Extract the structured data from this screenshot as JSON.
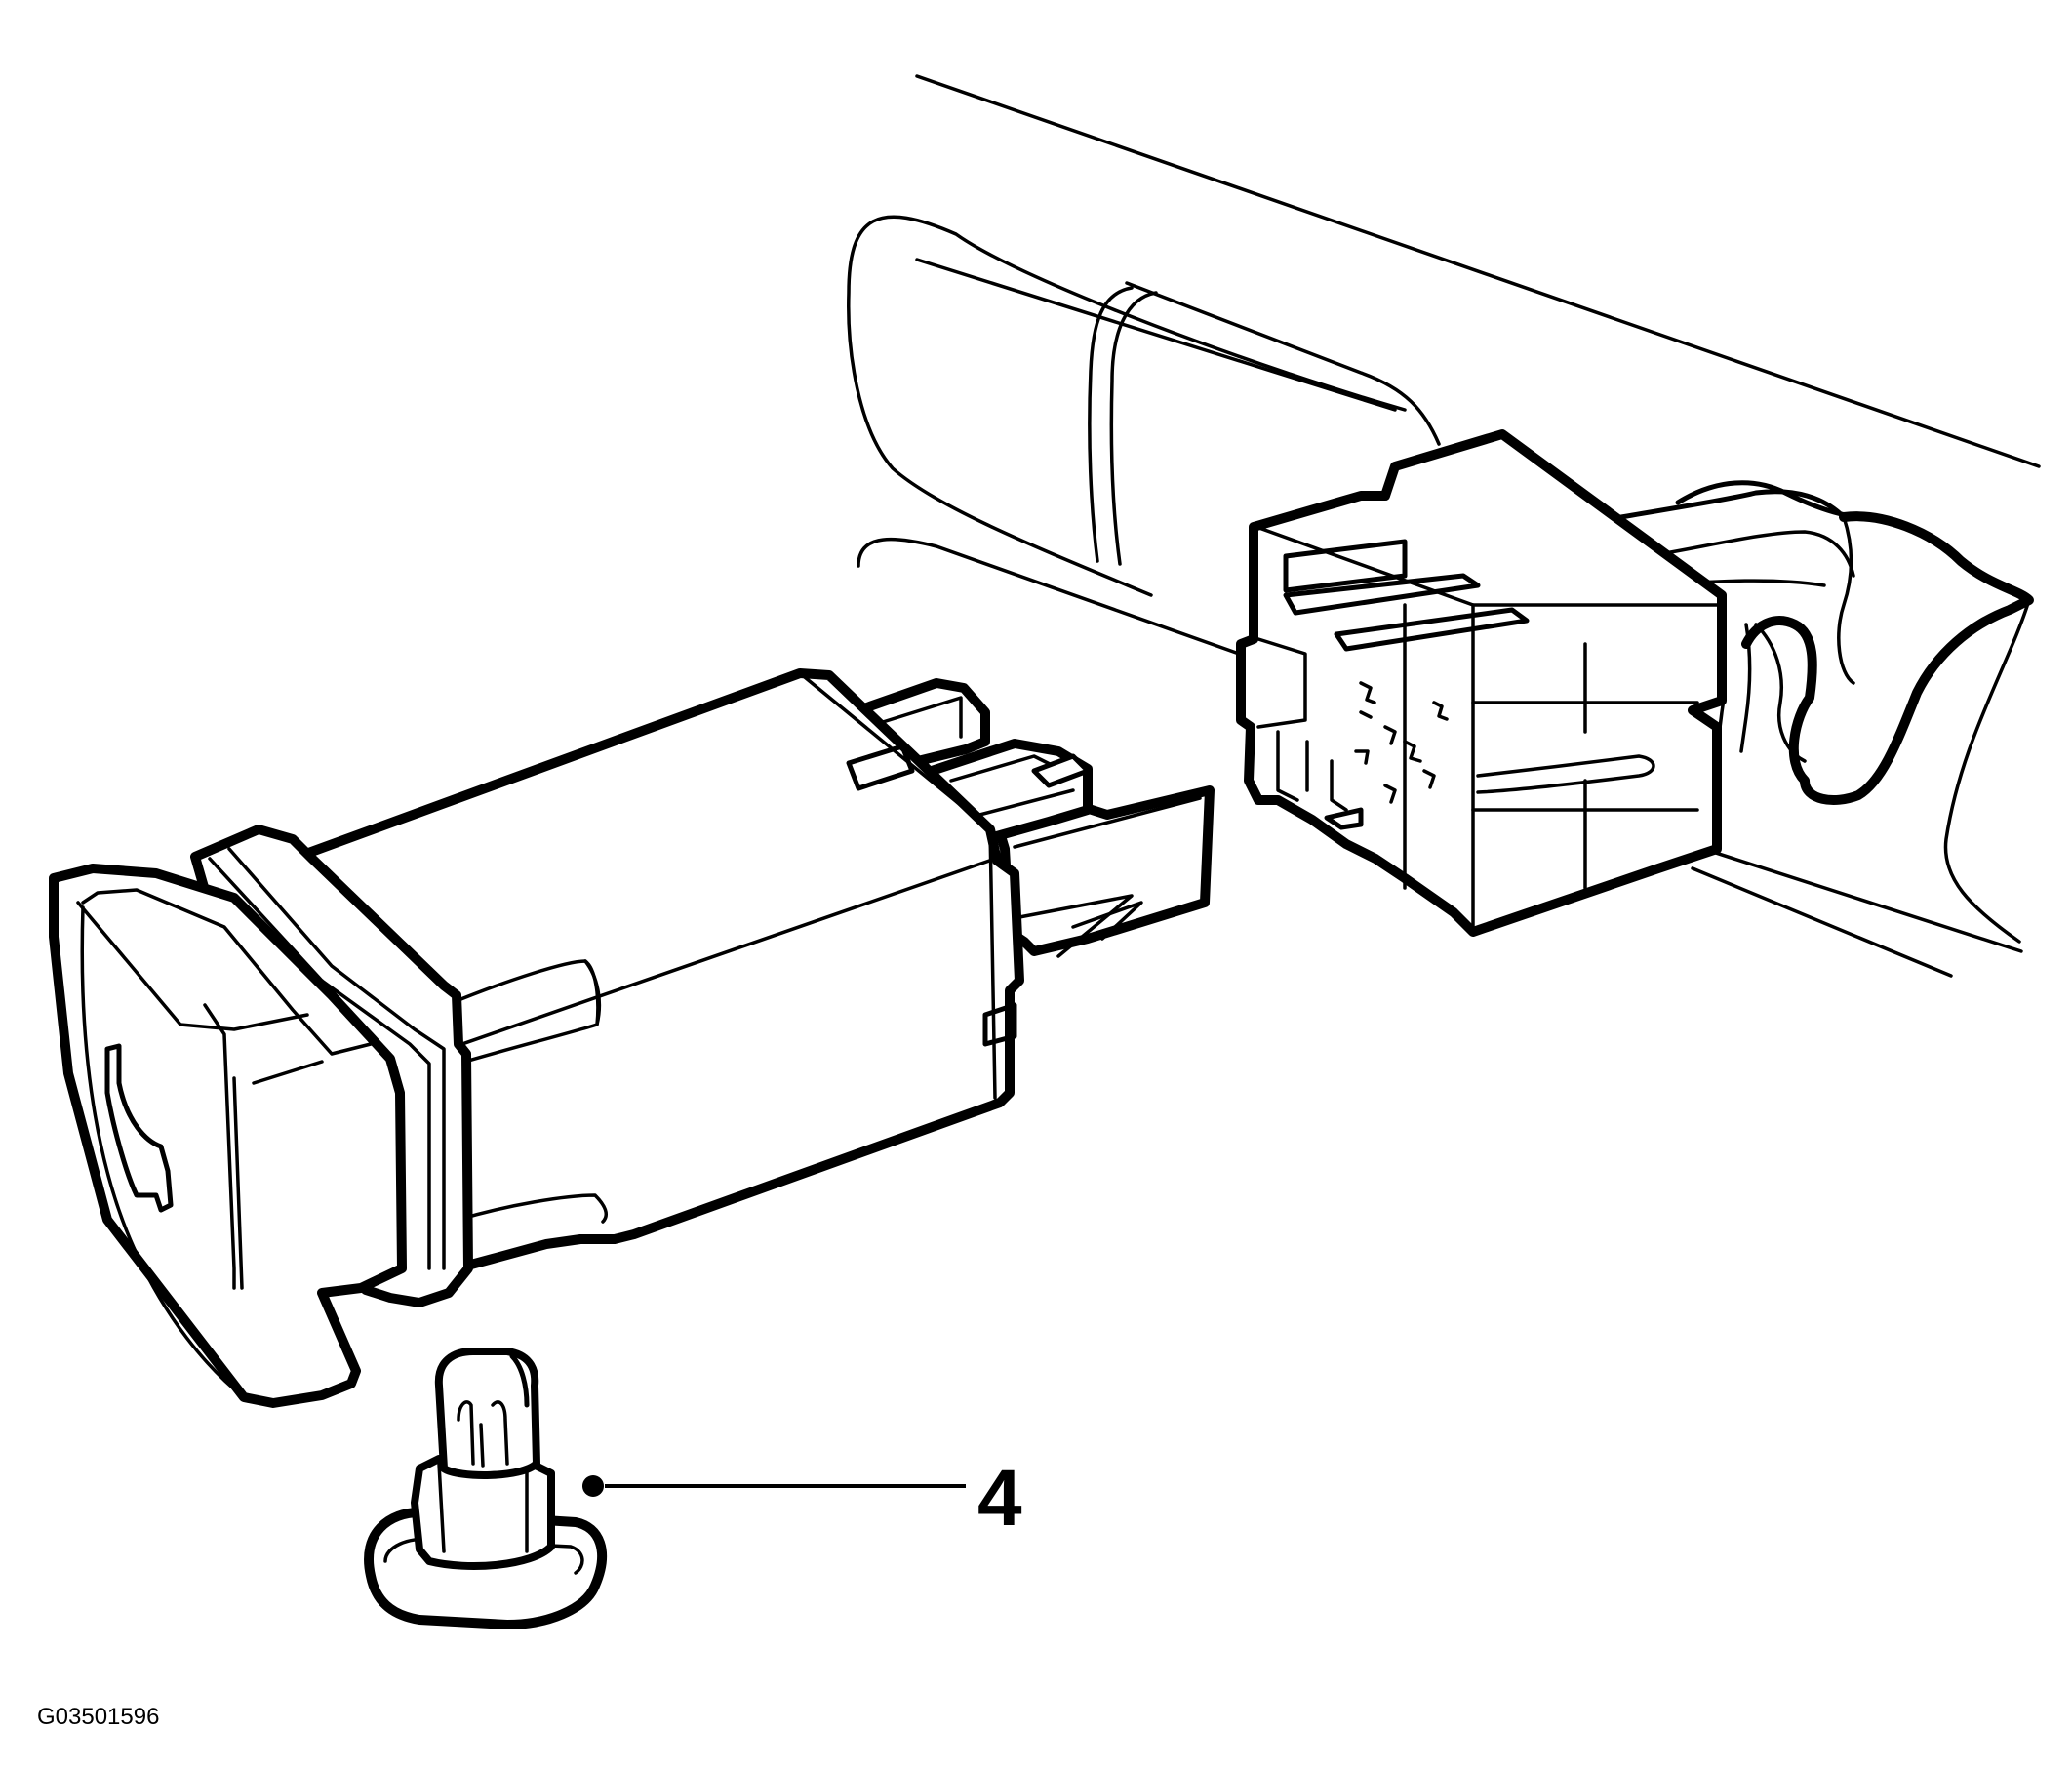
{
  "diagram": {
    "callouts": [
      {
        "label": "4",
        "target": "bulb"
      }
    ],
    "figure_code": "G03501596",
    "colors": {
      "line": "#000000",
      "background": "#ffffff"
    }
  }
}
